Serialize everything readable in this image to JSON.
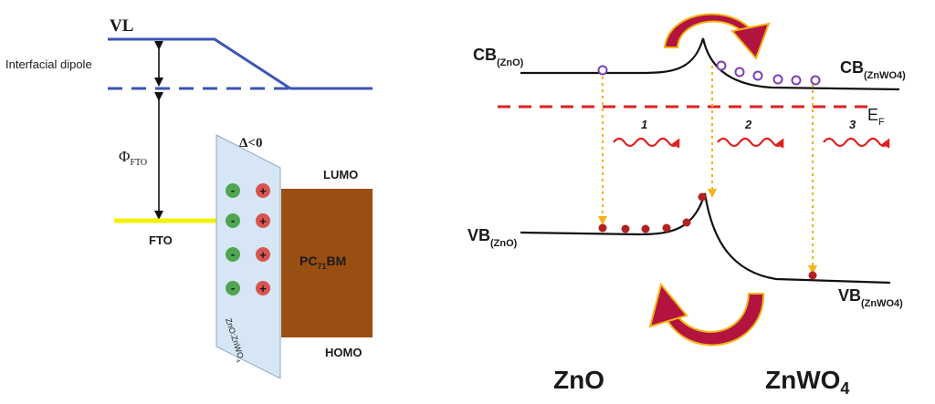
{
  "left_panel": {
    "vl_label": "VL",
    "dipole_label": "Interfacial dipole",
    "phi_symbol": "Φ",
    "phi_subscript": "FTO",
    "fto_label": "FTO",
    "delta_label": "Δ<0",
    "lumo_label": "LUMO",
    "homo_label": "HOMO",
    "pcbm_prefix": "PC",
    "pcbm_subscript": "71",
    "pcbm_suffix": "BM",
    "layer_label_main": "ZnO:ZnWO",
    "layer_label_sub": "4",
    "minus_sign": "-",
    "plus_sign": "+",
    "colors": {
      "vl_line": "#3a55b4",
      "fto_line": "#f3f000",
      "fto_text": "#2c3e9c",
      "pcbm_fill": "#9a4f12",
      "layer_fill": "#d6e6f5",
      "minus_fill": "#4fa552",
      "plus_fill": "#d9534f"
    }
  },
  "right_panel": {
    "cb_zno_main": "CB",
    "cb_zno_sub": "(ZnO)",
    "cb_znwo4_main": "CB",
    "cb_znwo4_sub": "(ZnWO4)",
    "vb_zno_main": "VB",
    "vb_zno_sub": "(ZnO)",
    "vb_znwo4_main": "VB",
    "vb_znwo4_sub": "(ZnWO4)",
    "ef_main": "E",
    "ef_sub": "F",
    "arrow_labels": [
      "1",
      "2",
      "3"
    ],
    "material_zno": "ZnO",
    "material_znwo4_main": "ZnWO",
    "material_znwo4_sub": "4",
    "colors": {
      "ef_line": "#e02020",
      "dotted_arrow": "#f2b416",
      "wave": "#e02020",
      "hole": "#b52020",
      "electron": "#7a3fb0",
      "curved_arrow": "#b3133f",
      "curved_arrow_edge": "#f2b416"
    }
  }
}
